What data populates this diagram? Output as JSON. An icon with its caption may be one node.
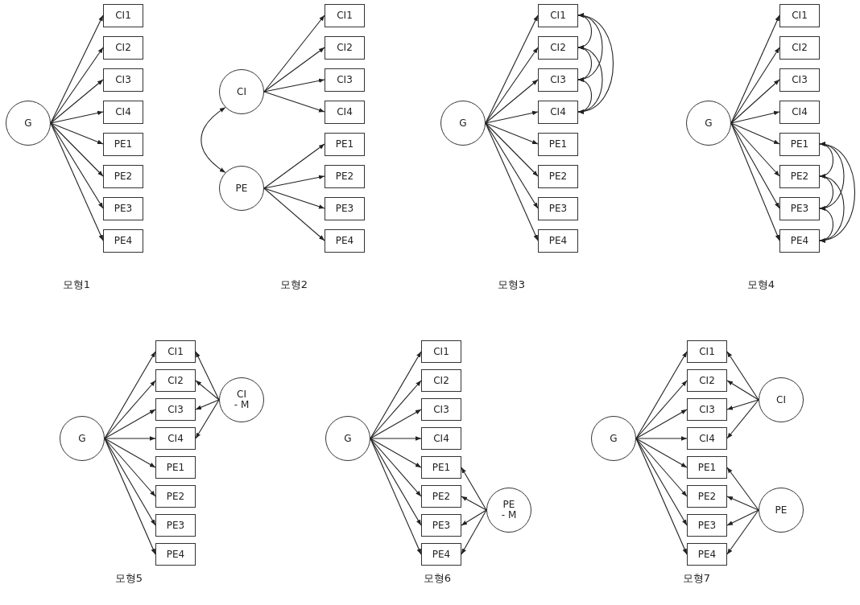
{
  "diagram": {
    "nodes": [
      {
        "text": [
          "G"
        ]
      },
      {
        "text": [
          "CI1"
        ]
      },
      {
        "text": [
          "CI2"
        ]
      },
      {
        "text": [
          "CI3"
        ]
      },
      {
        "text": [
          "CI4"
        ]
      },
      {
        "text": [
          "PE1"
        ]
      },
      {
        "text": [
          "PE2"
        ]
      },
      {
        "text": [
          "PE3"
        ]
      },
      {
        "text": [
          "PE4"
        ]
      },
      {
        "text": [
          "CI"
        ]
      },
      {
        "text": [
          "PE"
        ]
      },
      {
        "text": [
          "CI1"
        ]
      },
      {
        "text": [
          "CI2"
        ]
      },
      {
        "text": [
          "CI3"
        ]
      },
      {
        "text": [
          "CI4"
        ]
      },
      {
        "text": [
          "PE1"
        ]
      },
      {
        "text": [
          "PE2"
        ]
      },
      {
        "text": [
          "PE3"
        ]
      },
      {
        "text": [
          "PE4"
        ]
      },
      {
        "text": [
          "G"
        ]
      },
      {
        "text": [
          "CI1"
        ]
      },
      {
        "text": [
          "CI2"
        ]
      },
      {
        "text": [
          "CI3"
        ]
      },
      {
        "text": [
          "CI4"
        ]
      },
      {
        "text": [
          "PE1"
        ]
      },
      {
        "text": [
          "PE2"
        ]
      },
      {
        "text": [
          "PE3"
        ]
      },
      {
        "text": [
          "PE4"
        ]
      },
      {
        "text": [
          "G"
        ]
      },
      {
        "text": [
          "CI1"
        ]
      },
      {
        "text": [
          "CI2"
        ]
      },
      {
        "text": [
          "CI3"
        ]
      },
      {
        "text": [
          "CI4"
        ]
      },
      {
        "text": [
          "PE1"
        ]
      },
      {
        "text": [
          "PE2"
        ]
      },
      {
        "text": [
          "PE3"
        ]
      },
      {
        "text": [
          "PE4"
        ]
      },
      {
        "text": [
          "G"
        ]
      },
      {
        "text": [
          "CI1"
        ]
      },
      {
        "text": [
          "CI2"
        ]
      },
      {
        "text": [
          "CI3"
        ]
      },
      {
        "text": [
          "CI4"
        ]
      },
      {
        "text": [
          "PE1"
        ]
      },
      {
        "text": [
          "PE2"
        ]
      },
      {
        "text": [
          "PE3"
        ]
      },
      {
        "text": [
          "PE4"
        ]
      },
      {
        "text": [
          "CI - M"
        ]
      },
      {
        "text": [
          "G"
        ]
      },
      {
        "text": [
          "CI1"
        ]
      },
      {
        "text": [
          "CI2"
        ]
      },
      {
        "text": [
          "CI3"
        ]
      },
      {
        "text": [
          "CI4"
        ]
      },
      {
        "text": [
          "PE1"
        ]
      },
      {
        "text": [
          "PE2"
        ]
      },
      {
        "text": [
          "PE3"
        ]
      },
      {
        "text": [
          "PE4"
        ]
      },
      {
        "text": [
          "PE - M"
        ]
      },
      {
        "text": [
          "G"
        ]
      },
      {
        "text": [
          "CI1"
        ]
      },
      {
        "text": [
          "CI2"
        ]
      },
      {
        "text": [
          "CI3"
        ]
      },
      {
        "text": [
          "CI4"
        ]
      },
      {
        "text": [
          "PE1"
        ]
      },
      {
        "text": [
          "PE2"
        ]
      },
      {
        "text": [
          "PE3"
        ]
      },
      {
        "text": [
          "PE4"
        ]
      },
      {
        "text": [
          "CI"
        ]
      },
      {
        "text": [
          "PE"
        ]
      }
    ],
    "edges": [
      {
        "from": 0,
        "to": 1,
        "arrow": "to"
      },
      {
        "from": 0,
        "to": 2,
        "arrow": "to"
      },
      {
        "from": 0,
        "to": 3,
        "arrow": "to"
      },
      {
        "from": 0,
        "to": 4,
        "arrow": "to"
      },
      {
        "from": 0,
        "to": 5,
        "arrow": "to"
      },
      {
        "from": 0,
        "to": 6,
        "arrow": "to"
      },
      {
        "from": 0,
        "to": 7,
        "arrow": "to"
      },
      {
        "from": 0,
        "to": 8,
        "arrow": "to"
      },
      {
        "from": 9,
        "to": 11,
        "arrow": "to"
      },
      {
        "from": 9,
        "to": 12,
        "arrow": "to"
      },
      {
        "from": 9,
        "to": 13,
        "arrow": "to"
      },
      {
        "from": 9,
        "to": 14,
        "arrow": "to"
      },
      {
        "from": 10,
        "to": 15,
        "arrow": "to"
      },
      {
        "from": 10,
        "to": 16,
        "arrow": "to"
      },
      {
        "from": 10,
        "to": 17,
        "arrow": "to"
      },
      {
        "from": 10,
        "to": 18,
        "arrow": "to"
      },
      {
        "from": 9,
        "to": 10,
        "arrow": "both"
      },
      {
        "from": 19,
        "to": 20,
        "arrow": "to"
      },
      {
        "from": 19,
        "to": 21,
        "arrow": "to"
      },
      {
        "from": 19,
        "to": 22,
        "arrow": "to"
      },
      {
        "from": 19,
        "to": 23,
        "arrow": "to"
      },
      {
        "from": 19,
        "to": 24,
        "arrow": "to"
      },
      {
        "from": 19,
        "to": 25,
        "arrow": "to"
      },
      {
        "from": 19,
        "to": 26,
        "arrow": "to"
      },
      {
        "from": 19,
        "to": 27,
        "arrow": "to"
      },
      {
        "from": 20,
        "to": 21,
        "arrow": "both"
      },
      {
        "from": 21,
        "to": 22,
        "arrow": "both"
      },
      {
        "from": 22,
        "to": 23,
        "arrow": "both"
      },
      {
        "from": 20,
        "to": 22,
        "arrow": "both"
      },
      {
        "from": 21,
        "to": 23,
        "arrow": "both"
      },
      {
        "from": 20,
        "to": 23,
        "arrow": "both"
      },
      {
        "from": 28,
        "to": 29,
        "arrow": "to"
      },
      {
        "from": 28,
        "to": 30,
        "arrow": "to"
      },
      {
        "from": 28,
        "to": 31,
        "arrow": "to"
      },
      {
        "from": 28,
        "to": 32,
        "arrow": "to"
      },
      {
        "from": 28,
        "to": 33,
        "arrow": "to"
      },
      {
        "from": 28,
        "to": 34,
        "arrow": "to"
      },
      {
        "from": 28,
        "to": 35,
        "arrow": "to"
      },
      {
        "from": 28,
        "to": 36,
        "arrow": "to"
      },
      {
        "from": 33,
        "to": 34,
        "arrow": "both"
      },
      {
        "from": 34,
        "to": 35,
        "arrow": "both"
      },
      {
        "from": 35,
        "to": 36,
        "arrow": "both"
      },
      {
        "from": 33,
        "to": 35,
        "arrow": "both"
      },
      {
        "from": 34,
        "to": 36,
        "arrow": "both"
      },
      {
        "from": 33,
        "to": 36,
        "arrow": "both"
      },
      {
        "from": 37,
        "to": 38,
        "arrow": "to"
      },
      {
        "from": 37,
        "to": 39,
        "arrow": "to"
      },
      {
        "from": 37,
        "to": 40,
        "arrow": "to"
      },
      {
        "from": 37,
        "to": 41,
        "arrow": "to"
      },
      {
        "from": 37,
        "to": 42,
        "arrow": "to"
      },
      {
        "from": 37,
        "to": 43,
        "arrow": "to"
      },
      {
        "from": 37,
        "to": 44,
        "arrow": "to"
      },
      {
        "from": 37,
        "to": 45,
        "arrow": "to"
      },
      {
        "from": 46,
        "to": 38,
        "arrow": "to"
      },
      {
        "from": 46,
        "to": 39,
        "arrow": "to"
      },
      {
        "from": 46,
        "to": 40,
        "arrow": "to"
      },
      {
        "from": 46,
        "to": 41,
        "arrow": "to"
      },
      {
        "from": 47,
        "to": 48,
        "arrow": "to"
      },
      {
        "from": 47,
        "to": 49,
        "arrow": "to"
      },
      {
        "from": 47,
        "to": 50,
        "arrow": "to"
      },
      {
        "from": 47,
        "to": 51,
        "arrow": "to"
      },
      {
        "from": 47,
        "to": 52,
        "arrow": "to"
      },
      {
        "from": 47,
        "to": 53,
        "arrow": "to"
      },
      {
        "from": 47,
        "to": 54,
        "arrow": "to"
      },
      {
        "from": 47,
        "to": 55,
        "arrow": "to"
      },
      {
        "from": 56,
        "to": 52,
        "arrow": "to"
      },
      {
        "from": 56,
        "to": 53,
        "arrow": "to"
      },
      {
        "from": 56,
        "to": 54,
        "arrow": "to"
      },
      {
        "from": 56,
        "to": 55,
        "arrow": "to"
      },
      {
        "from": 57,
        "to": 58,
        "arrow": "to"
      },
      {
        "from": 57,
        "to": 59,
        "arrow": "to"
      },
      {
        "from": 57,
        "to": 60,
        "arrow": "to"
      },
      {
        "from": 57,
        "to": 61,
        "arrow": "to"
      },
      {
        "from": 57,
        "to": 62,
        "arrow": "to"
      },
      {
        "from": 57,
        "to": 63,
        "arrow": "to"
      },
      {
        "from": 57,
        "to": 64,
        "arrow": "to"
      },
      {
        "from": 57,
        "to": 65,
        "arrow": "to"
      },
      {
        "from": 66,
        "to": 58,
        "arrow": "to"
      },
      {
        "from": 66,
        "to": 59,
        "arrow": "to"
      },
      {
        "from": 66,
        "to": 60,
        "arrow": "to"
      },
      {
        "from": 66,
        "to": 61,
        "arrow": "to"
      },
      {
        "from": 67,
        "to": 62,
        "arrow": "to"
      },
      {
        "from": 67,
        "to": 63,
        "arrow": "to"
      },
      {
        "from": 67,
        "to": 64,
        "arrow": "to"
      },
      {
        "from": 67,
        "to": 65,
        "arrow": "to"
      }
    ],
    "labels": [
      "모형1",
      "모형2",
      "모형3",
      "모형4",
      "모형5",
      "모형6",
      "모형7"
    ]
  }
}
